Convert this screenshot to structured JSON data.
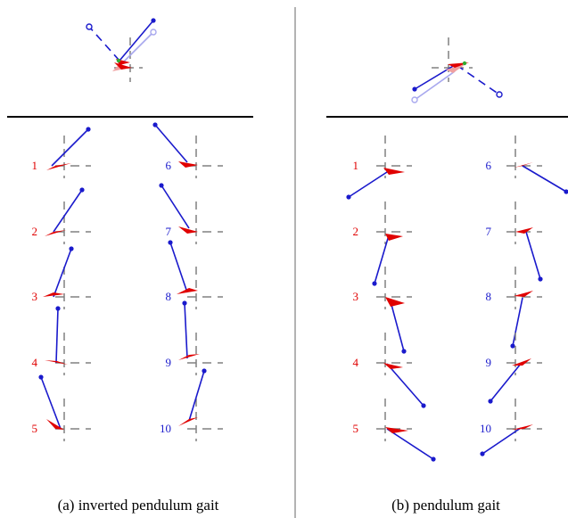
{
  "colors": {
    "leg": "#1a1acc",
    "foot": "#e00000",
    "axis": "#808080",
    "ghost": "#a8a8ee",
    "ghost_foot": "#f0a0a0",
    "hip": "#33aa33",
    "divider": "#000000",
    "separator": "#808080",
    "label_red": "#e00000",
    "label_blue": "#1a1acc"
  },
  "panels": [
    {
      "caption": "(a) inverted pendulum gait",
      "frames_left": [
        {
          "label": "1",
          "color": "red"
        },
        {
          "label": "2",
          "color": "red"
        },
        {
          "label": "3",
          "color": "red"
        },
        {
          "label": "4",
          "color": "red"
        },
        {
          "label": "5",
          "color": "red"
        }
      ],
      "frames_right": [
        {
          "label": "6",
          "color": "blue"
        },
        {
          "label": "7",
          "color": "blue"
        },
        {
          "label": "8",
          "color": "blue"
        },
        {
          "label": "9",
          "color": "blue"
        },
        {
          "label": "10",
          "color": "blue"
        }
      ]
    },
    {
      "caption": "(b) pendulum gait",
      "frames_left": [
        {
          "label": "1",
          "color": "red"
        },
        {
          "label": "2",
          "color": "red"
        },
        {
          "label": "3",
          "color": "red"
        },
        {
          "label": "4",
          "color": "red"
        },
        {
          "label": "5",
          "color": "red"
        }
      ],
      "frames_right": [
        {
          "label": "6",
          "color": "blue"
        },
        {
          "label": "7",
          "color": "blue"
        },
        {
          "label": "8",
          "color": "blue"
        },
        {
          "label": "9",
          "color": "blue"
        },
        {
          "label": "10",
          "color": "blue"
        }
      ]
    }
  ]
}
